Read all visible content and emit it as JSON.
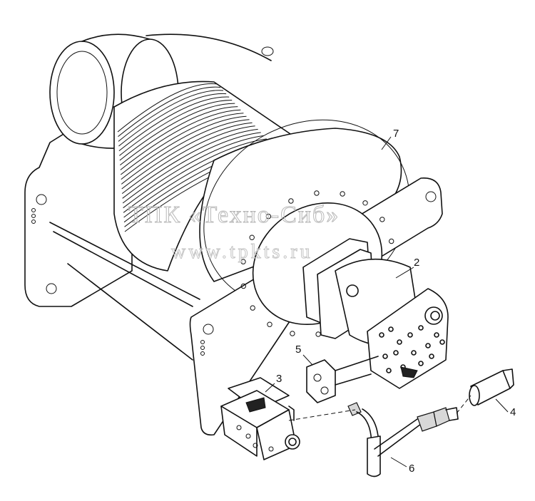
{
  "callouts": [
    {
      "id": "7",
      "label": "7"
    },
    {
      "id": "2",
      "label": "2"
    },
    {
      "id": "5",
      "label": "5"
    },
    {
      "id": "3",
      "label": "3"
    },
    {
      "id": "4",
      "label": "4"
    },
    {
      "id": "6",
      "label": "6"
    }
  ],
  "watermark": {
    "line1": "ТПК «Техно-Сиб»",
    "line2": "www.tpkts.ru"
  }
}
